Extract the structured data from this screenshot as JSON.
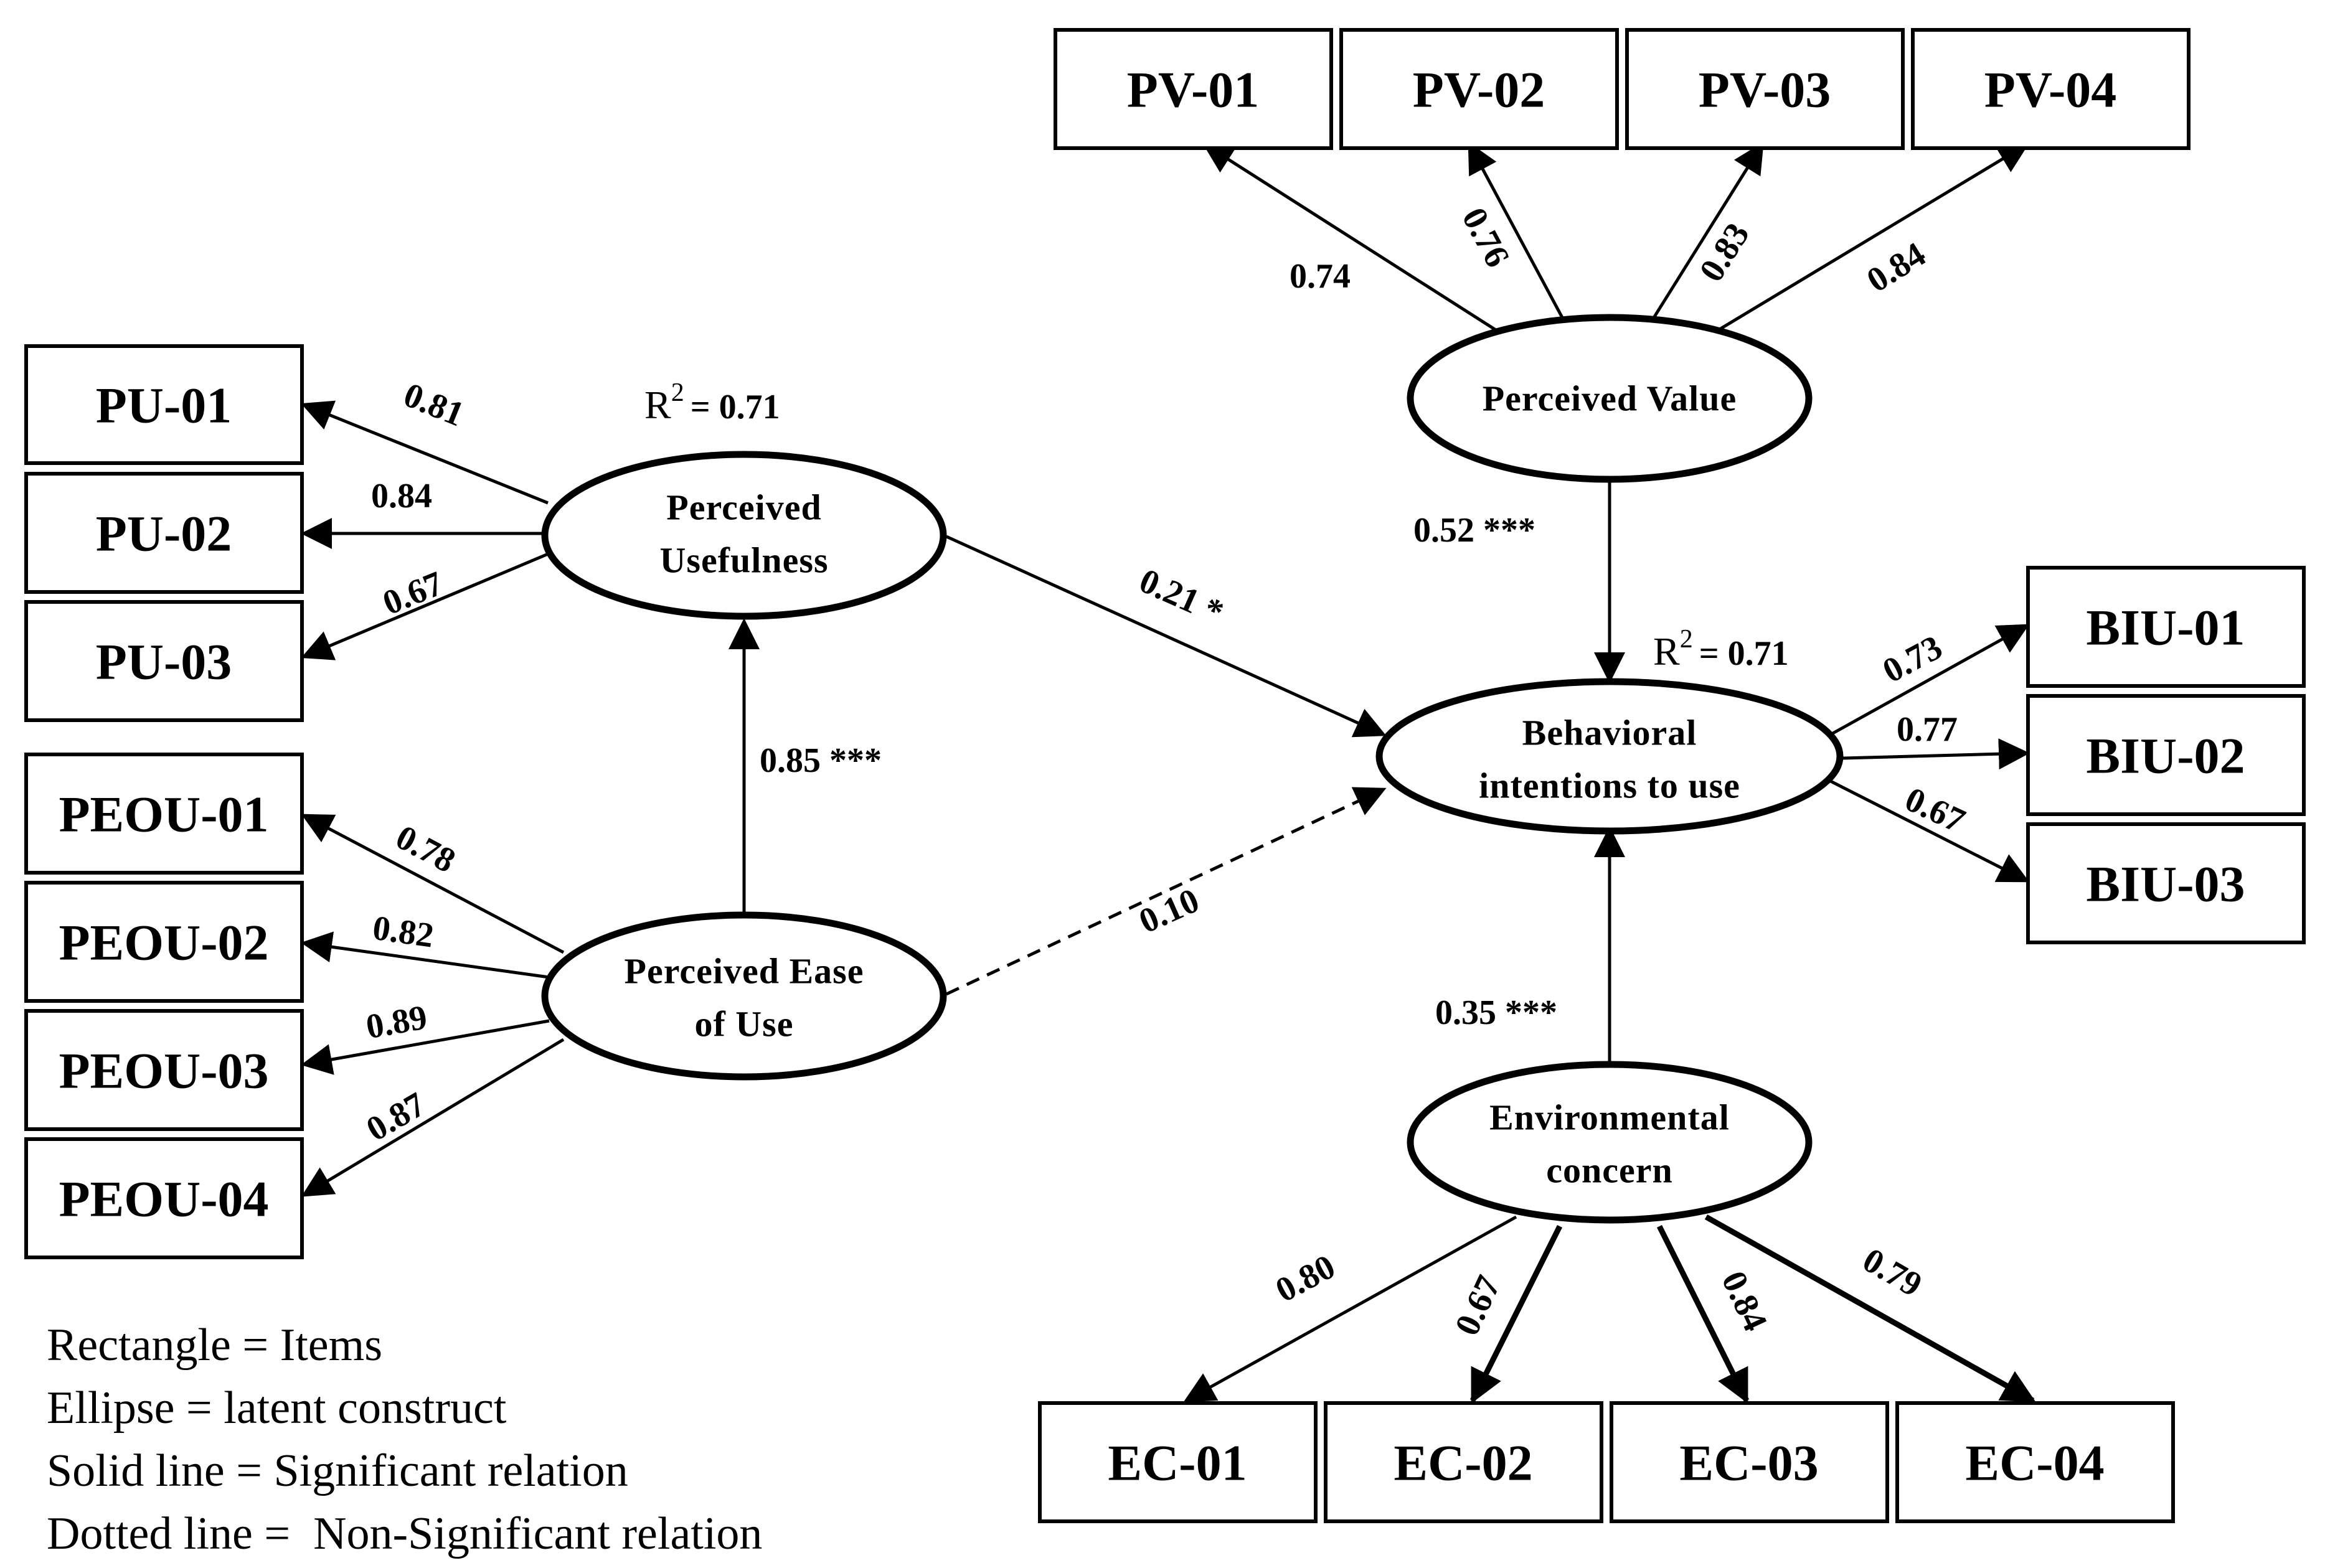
{
  "items": {
    "pu": [
      "PU-01",
      "PU-02",
      "PU-03"
    ],
    "peou": [
      "PEOU-01",
      "PEOU-02",
      "PEOU-03",
      "PEOU-04"
    ],
    "pv": [
      "PV-01",
      "PV-02",
      "PV-03",
      "PV-04"
    ],
    "biu": [
      "BIU-01",
      "BIU-02",
      "BIU-03"
    ],
    "ec": [
      "EC-01",
      "EC-02",
      "EC-03",
      "EC-04"
    ]
  },
  "constructs": {
    "pu": [
      "Perceived",
      "Usefulness"
    ],
    "peou": [
      "Perceived Ease",
      "of Use"
    ],
    "pv": [
      "Perceived Value"
    ],
    "biu": [
      "Behavioral",
      "intentions to use"
    ],
    "ec": [
      "Environmental",
      "concern"
    ]
  },
  "loadings": {
    "pu": [
      "0.81",
      "0.84",
      "0.67"
    ],
    "peou": [
      "0.78",
      "0.82",
      "0.89",
      "0.87"
    ],
    "pv": [
      "0.74",
      "0.76",
      "0.83",
      "0.84"
    ],
    "biu": [
      "0.73",
      "0.77",
      "0.67"
    ],
    "ec": [
      "0.80",
      "0.67",
      "0.84",
      "0.79"
    ]
  },
  "paths": {
    "peou_pu": "0.85 ***",
    "pu_biu": "0.21 *",
    "peou_biu": "0.10",
    "pv_biu": "0.52 ***",
    "ec_biu": "0.35 ***"
  },
  "r2": {
    "symbol": "R",
    "sup": "2",
    "pu_value": "= 0.71",
    "biu_value": "= 0.71"
  },
  "legend": [
    "Rectangle = Items",
    "Ellipse = latent construct",
    "Solid line = Significant relation",
    "Dotted line =  Non-Significant relation"
  ]
}
